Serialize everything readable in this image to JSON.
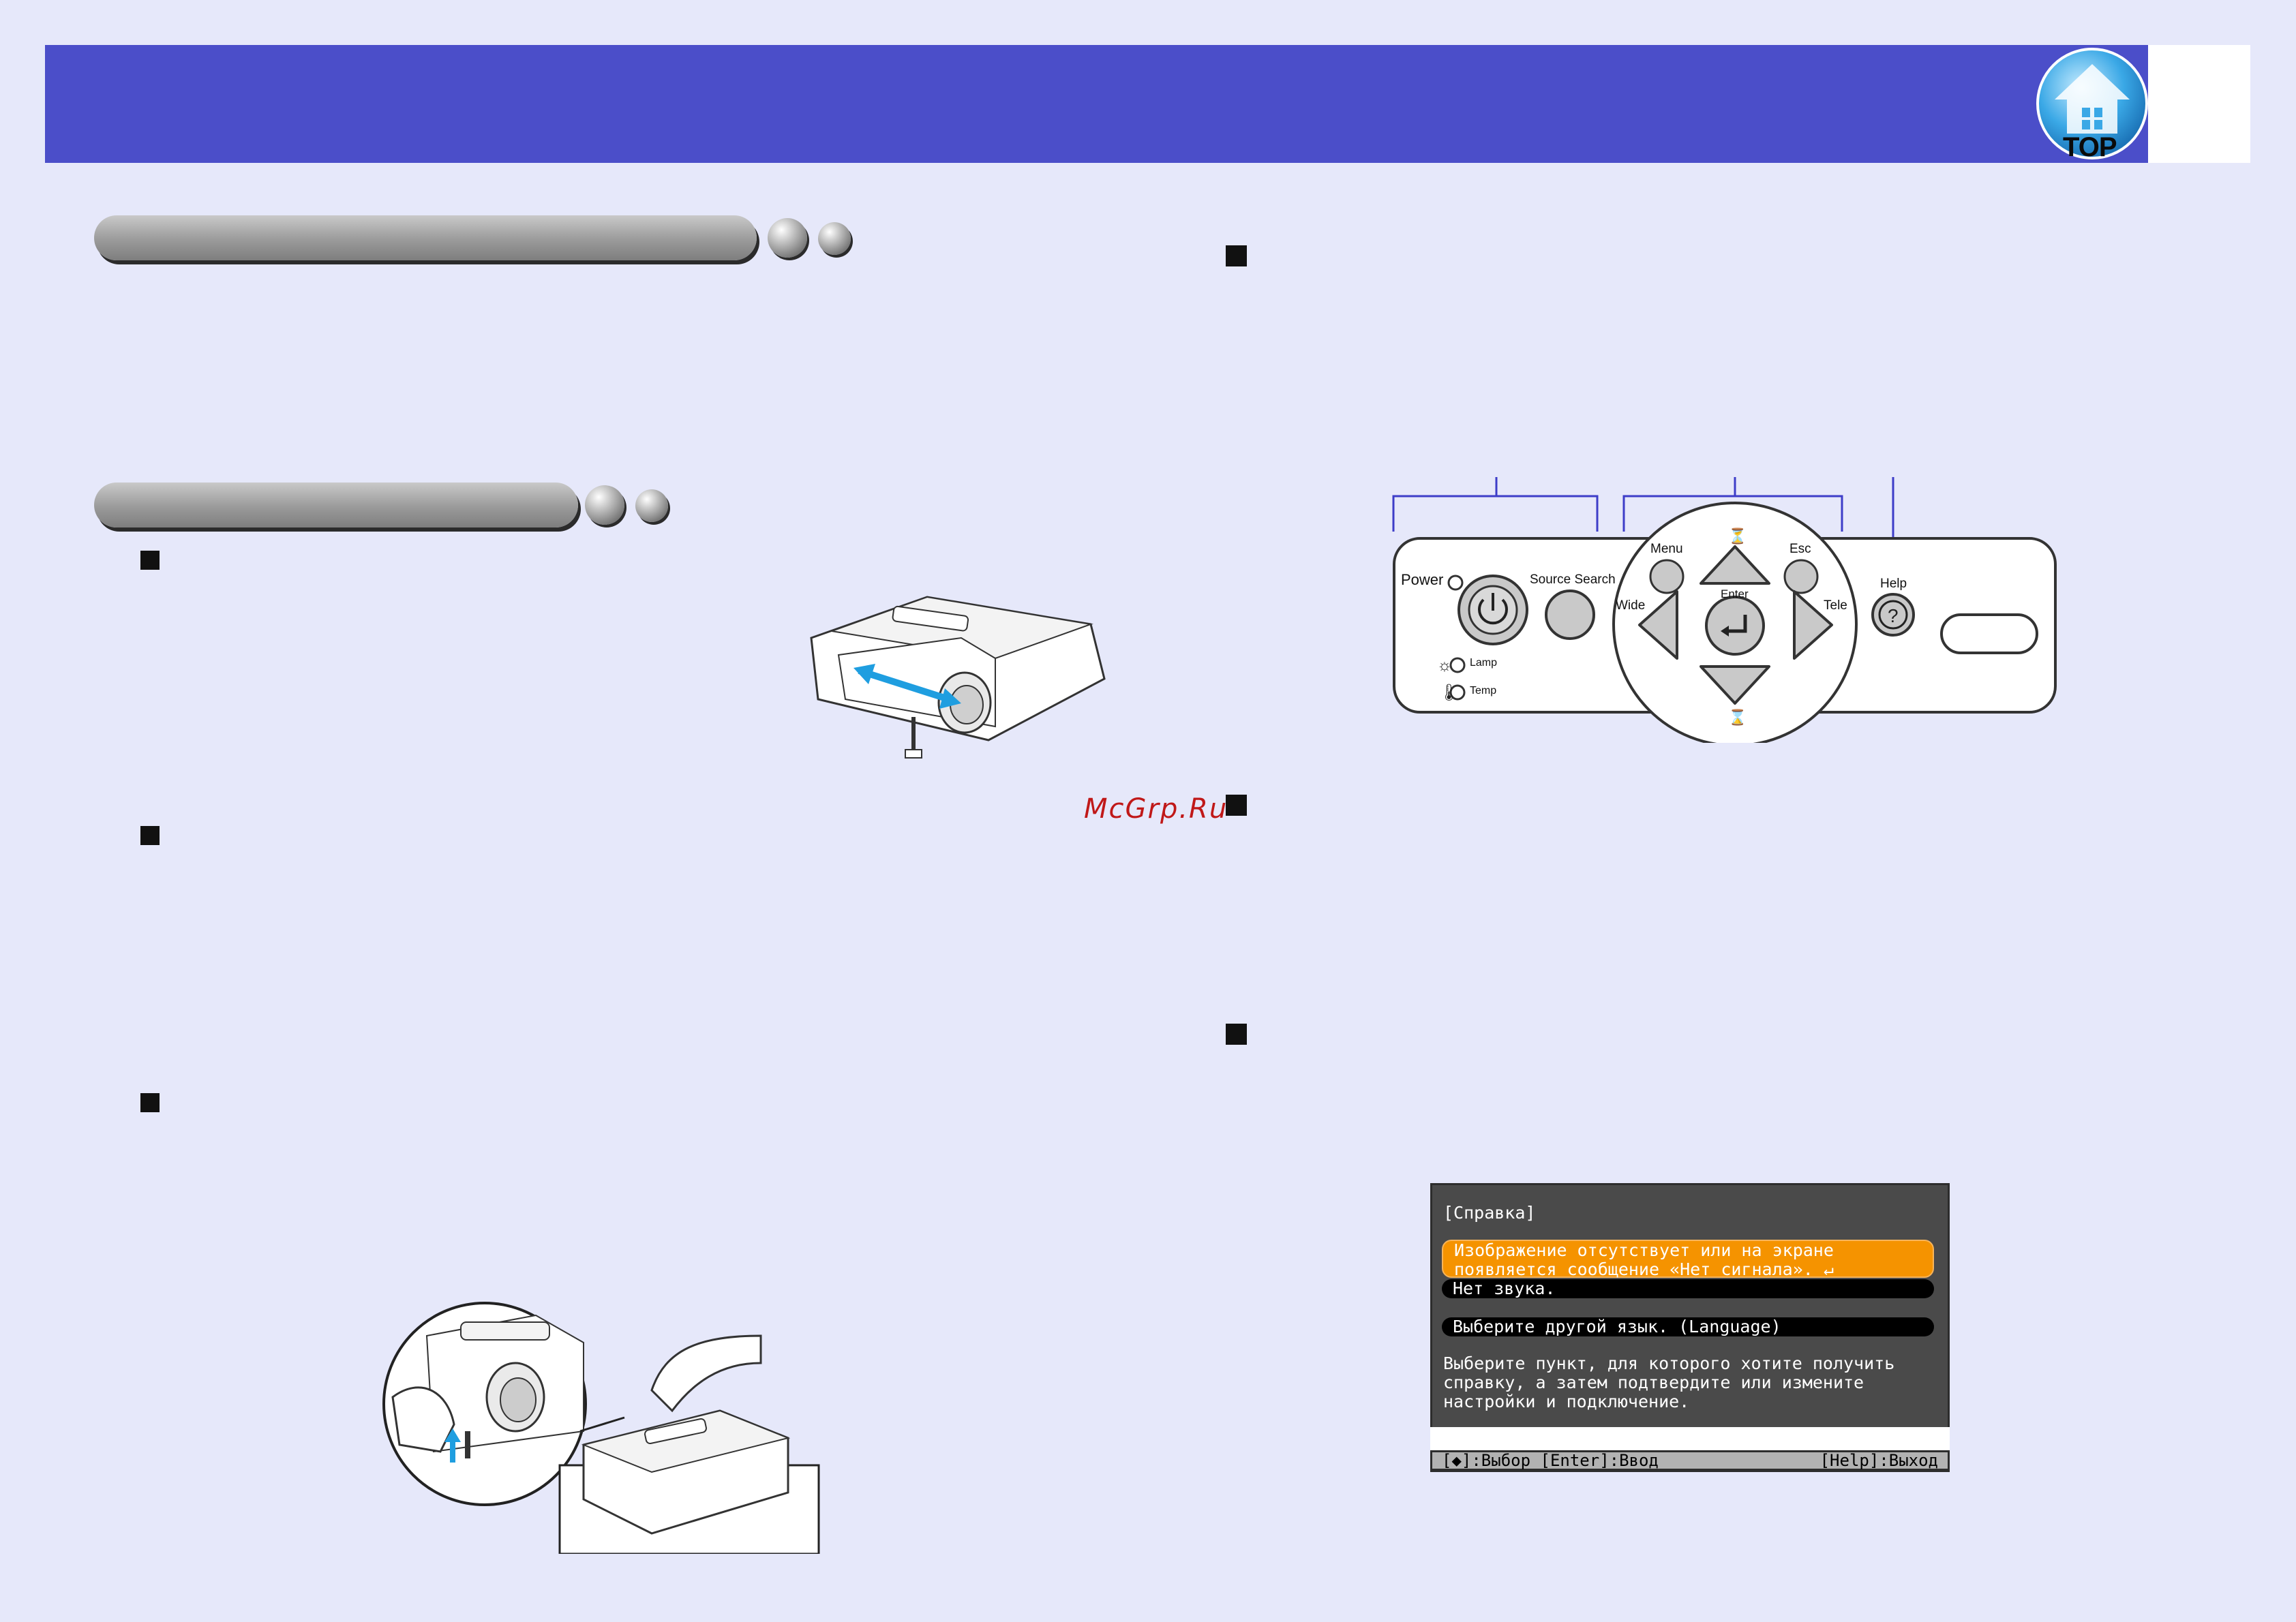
{
  "logo": {
    "label": "TOP",
    "icon": "home-icon",
    "color": "#3aa8e6"
  },
  "watermark": "McGrp.Ru",
  "control_panel": {
    "power": "Power",
    "source_search": "Source Search",
    "menu": "Menu",
    "esc": "Esc",
    "enter": "Enter",
    "wide": "Wide",
    "tele": "Tele",
    "help": "Help",
    "lamp": "Lamp",
    "temp": "Temp"
  },
  "help_screen": {
    "title": "[Справка]",
    "items": [
      {
        "line1": "Изображение отсутствует или на экране",
        "line2": "появляется сообщение «Нет сигнала». ↵"
      },
      {
        "line1": "Нет звука."
      },
      {
        "line1": "Выберите другой язык. (Language)"
      }
    ],
    "description": [
      "Выберите пункт, для которого хотите получить",
      "справку, а затем подтвердите или измените",
      "настройки и подключение."
    ],
    "footer_left": "[◆]:Выбор [Enter]:Ввод",
    "footer_right": "[Help]:Выход"
  },
  "colors": {
    "header": "#4b4ec9",
    "background": "#e6e8fa",
    "highlight": "#f59300"
  }
}
